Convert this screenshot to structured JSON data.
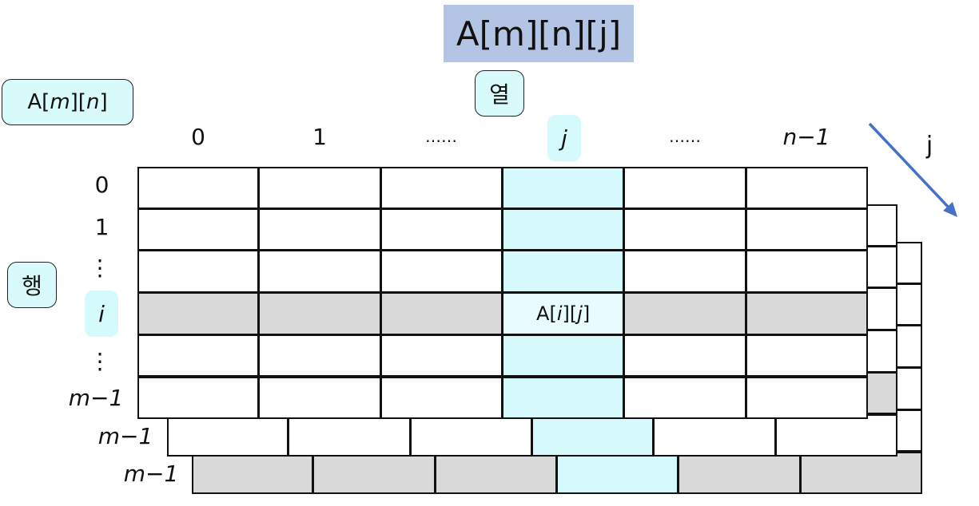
{
  "title": "A[m][n][j]",
  "array2d_label": {
    "prefix": "A[",
    "m": "m",
    "mid": "][",
    "n": "n",
    "suffix": "]"
  },
  "column_label": "열",
  "row_label": "행",
  "depth_axis_label": "j",
  "column_headers": [
    {
      "text": "0",
      "italic": false
    },
    {
      "text": "1",
      "italic": false
    },
    {
      "text": "……",
      "italic": false
    },
    {
      "text": "j",
      "italic": true,
      "highlight": true
    },
    {
      "text": "……",
      "italic": false
    },
    {
      "text": "n−1",
      "italic": true
    }
  ],
  "row_headers": [
    {
      "text": "0"
    },
    {
      "text": "1"
    },
    {
      "text": "⋮"
    },
    {
      "text": "i",
      "italic": true,
      "highlight": true
    },
    {
      "text": "⋮"
    },
    {
      "text": "m−1"
    }
  ],
  "layer_labels": [
    "m−1",
    "m−1"
  ],
  "target_cell": {
    "prefix": "A[",
    "i": "i",
    "mid": "][",
    "j": "j",
    "suffix": "]"
  },
  "colors": {
    "title_bg": "#b4c4e4",
    "highlight_col": "#d6fafb",
    "highlight_row": "#d9d9d9",
    "label_pill_bg": "#d9fafb",
    "arrow": "#4472c4"
  }
}
